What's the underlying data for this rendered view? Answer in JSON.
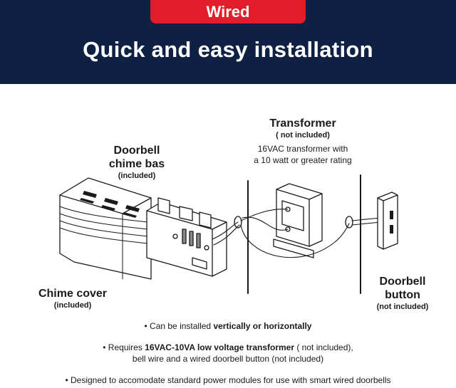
{
  "header": {
    "badge": "Wired",
    "headline": "Quick and easy installation"
  },
  "labels": {
    "transformer": {
      "title": "Transformer",
      "note": "( not included)",
      "desc1": "16VAC transformer with",
      "desc2": "a 10 watt or greater rating"
    },
    "chime_base": {
      "line1": "Doorbell",
      "line2": "chime bas",
      "note": "(included)"
    },
    "chime_cover": {
      "title": "Chime cover",
      "note": "(included)"
    },
    "doorbell_button": {
      "line1": "Doorbell",
      "line2": "button",
      "note": "(not included)"
    }
  },
  "notes": {
    "n1_pre": "• Can be installed ",
    "n1_bold": "vertically or horizontally",
    "n2_pre": "• Requires ",
    "n2_bold": "16VAC-10VA low voltage transformer",
    "n2_post": " ( not included),",
    "n2_line2": "bell wire and a wired doorbell button (not included)",
    "n3": "• Designed to accomodate standard power modules for use with smart wired doorbells"
  },
  "colors": {
    "header_bg": "#0f2142",
    "badge_bg": "#e11d2a",
    "text": "#1a1a1a"
  }
}
